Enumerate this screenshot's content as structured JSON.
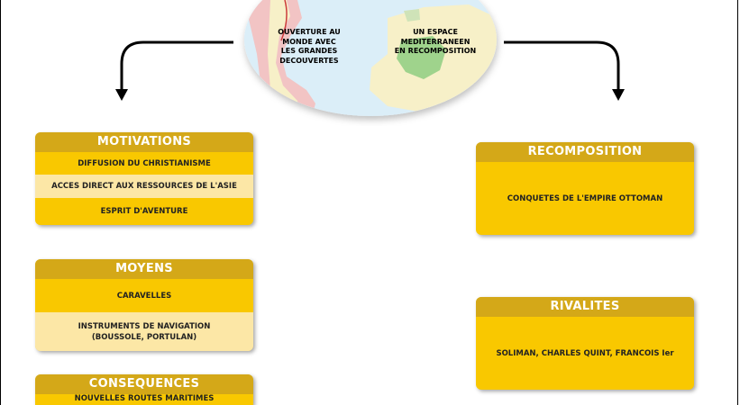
{
  "map": {
    "left_label": "OUVERTURE AU\nMONDE AVEC\nLES GRANDES\nDECOUVERTES",
    "right_label": "UN ESPACE\nMEDITERRANEEN\nEN RECOMPOSITION"
  },
  "motivations": {
    "title": "MOTIVATIONS",
    "items": [
      "DIFFUSION DU CHRISTIANISME",
      "ACCES DIRECT AUX RESSOURCES DE L'ASIE",
      "ESPRIT D'AVENTURE"
    ]
  },
  "moyens": {
    "title": "MOYENS",
    "items": [
      "CARAVELLES",
      "INSTRUMENTS DE NAVIGATION\n(BOUSSOLE, PORTULAN)"
    ]
  },
  "consequences": {
    "title": "CONSEQUENCES",
    "items": [
      "NOUVELLES ROUTES MARITIMES"
    ]
  },
  "recomposition": {
    "title": "RECOMPOSITION",
    "body": "CONQUETES DE L'EMPIRE OTTOMAN"
  },
  "rivalites": {
    "title": "RIVALITES",
    "body": "SOLIMAN, CHARLES QUINT, FRANCOIS Ier"
  },
  "colors": {
    "header": "#d4a818",
    "row_dark": "#f9c800",
    "row_light": "#fce7a6",
    "ocean": "#dbeef8",
    "land": "#f7f0c8",
    "americas": "#f2c4c4",
    "ottoman": "#9fd38c"
  }
}
